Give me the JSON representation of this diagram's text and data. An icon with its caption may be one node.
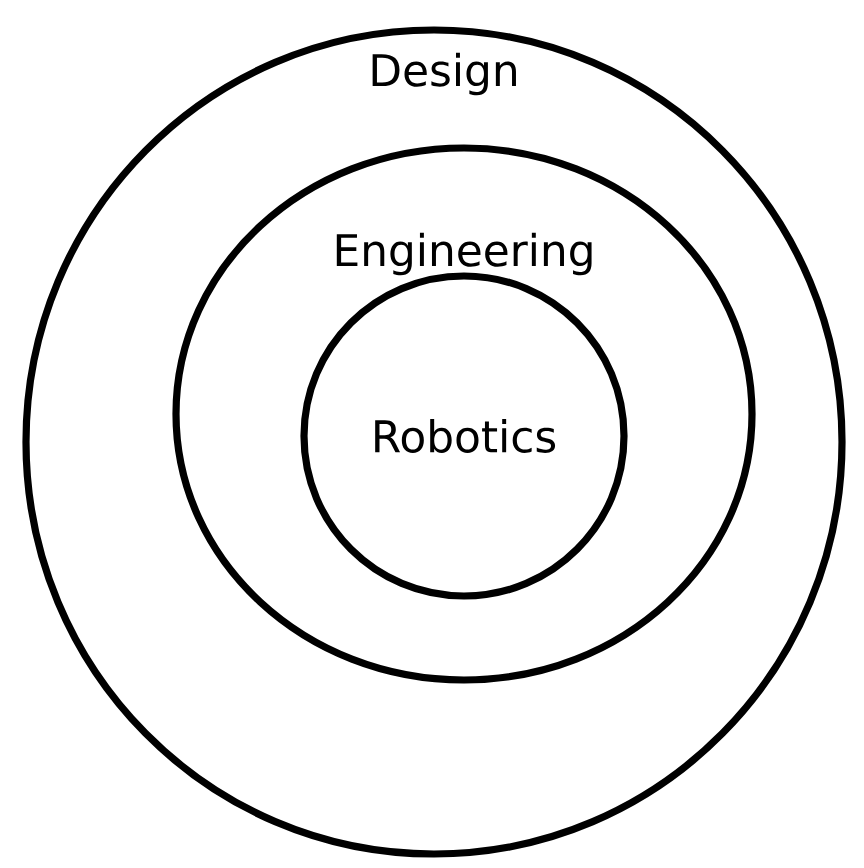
{
  "diagram": {
    "nodes": [
      {
        "text": [
          "Design"
        ]
      },
      {
        "text": [
          "Engineering"
        ],
        "in": 0
      },
      {
        "text": [
          "Robotics"
        ],
        "in": 1
      }
    ]
  }
}
